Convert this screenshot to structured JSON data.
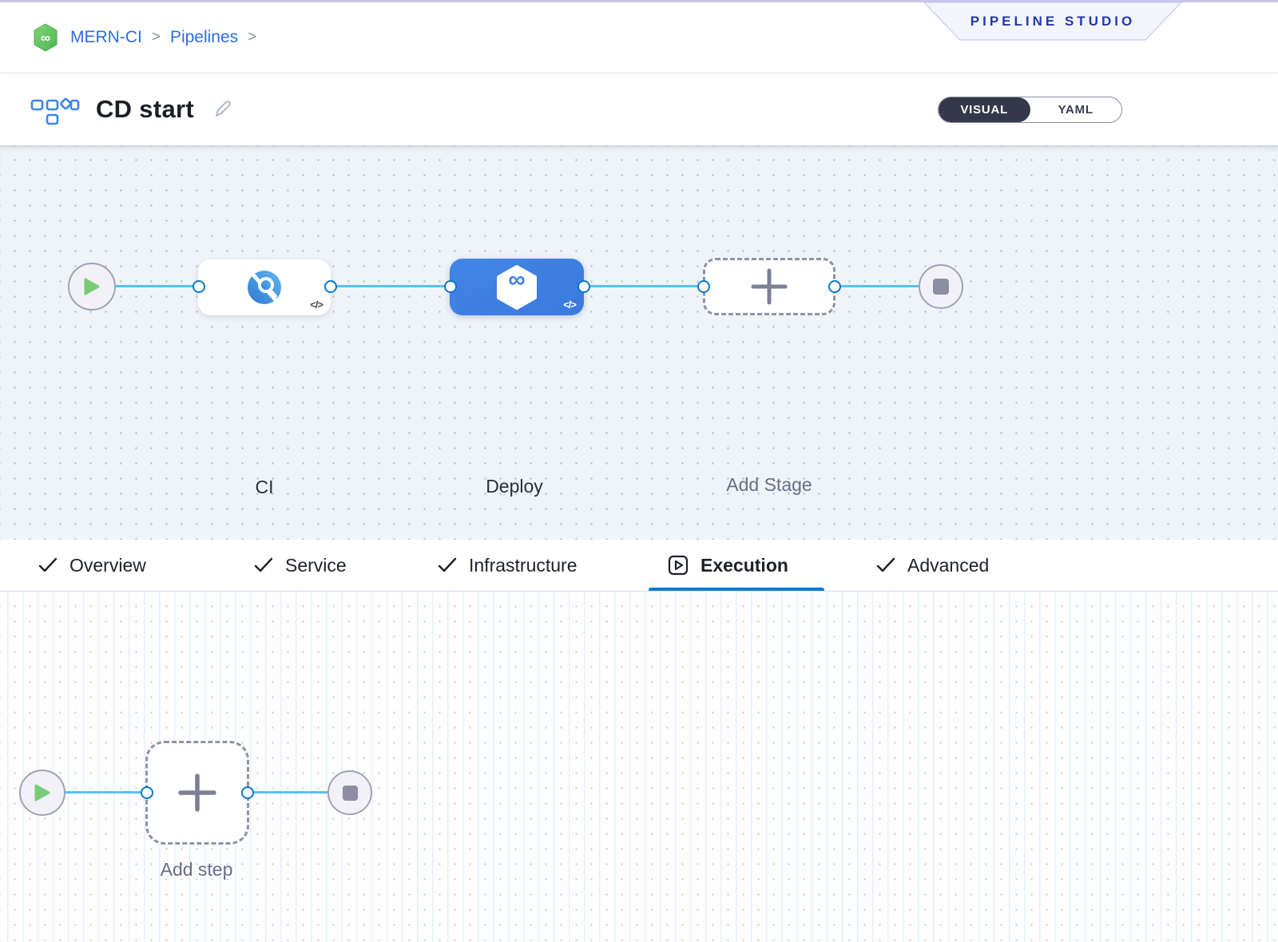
{
  "colors": {
    "accent_blue": "#0b79d5",
    "link_blue": "#2e6ce0",
    "edge_blue": "#58c1f1",
    "deploy_blue": "#3f80e2",
    "brand_green": "#5fc363",
    "canvas_top_bg": "#eff4f8",
    "badge_text": "#2438a8"
  },
  "breadcrumb": {
    "project": "MERN-CI",
    "sep1": ">",
    "section": "Pipelines",
    "sep2": ">"
  },
  "badge": {
    "label": "PIPELINE STUDIO"
  },
  "header": {
    "title": "CD start"
  },
  "view_toggle": {
    "visual": "VISUAL",
    "yaml": "YAML",
    "selected": "VISUAL"
  },
  "pipeline": {
    "stages": [
      {
        "name": "CI",
        "type": "ci",
        "code_icon": "</>"
      },
      {
        "name": "Deploy",
        "type": "cd",
        "code_icon": "</>",
        "icon_glyph": "∞"
      },
      {
        "name": "Add Stage",
        "type": "add"
      }
    ],
    "project_icon_glyph": "∞"
  },
  "tabs": [
    {
      "label": "Overview",
      "icon": "check",
      "active": false
    },
    {
      "label": "Service",
      "icon": "check",
      "active": false
    },
    {
      "label": "Infrastructure",
      "icon": "check",
      "active": false
    },
    {
      "label": "Execution",
      "icon": "execution-play",
      "active": true
    },
    {
      "label": "Advanced",
      "icon": "check",
      "active": false
    }
  ],
  "execution_canvas": {
    "add_step_label": "Add step"
  }
}
